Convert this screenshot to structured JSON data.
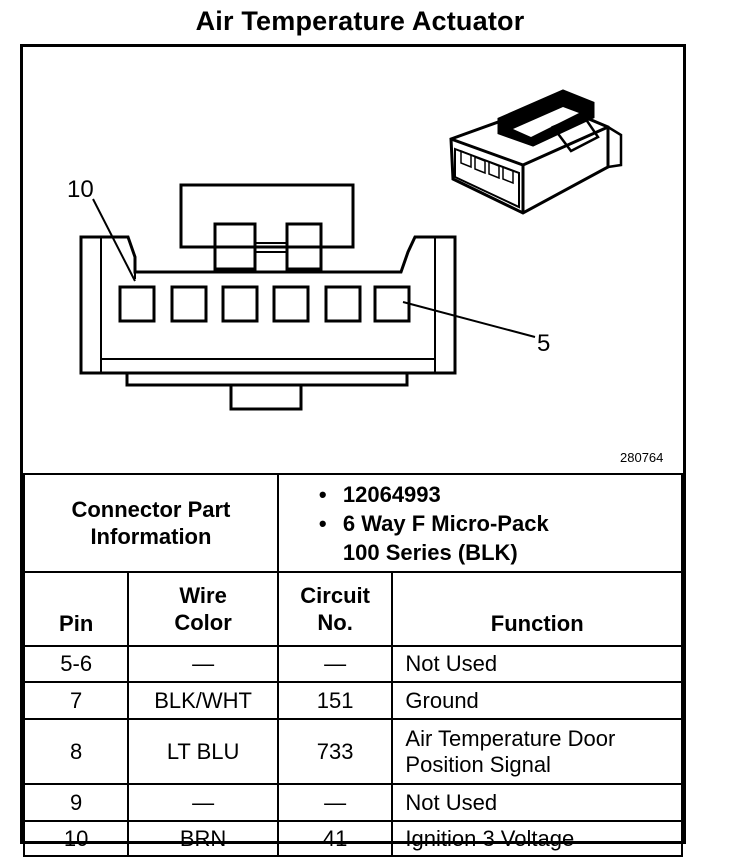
{
  "title": "Air Temperature Actuator",
  "diagram": {
    "pin_label_left": "10",
    "pin_label_right": "5",
    "figure_number": "280764"
  },
  "connector_info": {
    "label": "Connector Part Information",
    "items": [
      "12064993",
      "6 Way F Micro-Pack",
      "100 Series (BLK)"
    ]
  },
  "table": {
    "headers": {
      "pin": "Pin",
      "wire_color": "Wire Color",
      "circuit_no": "Circuit No.",
      "function": "Function"
    },
    "rows": [
      {
        "pin": "5-6",
        "wire_color": "—",
        "circuit_no": "—",
        "function": "Not Used"
      },
      {
        "pin": "7",
        "wire_color": "BLK/WHT",
        "circuit_no": "151",
        "function": "Ground"
      },
      {
        "pin": "8",
        "wire_color": "LT BLU",
        "circuit_no": "733",
        "function": "Air Temperature Door Position Signal"
      },
      {
        "pin": "9",
        "wire_color": "—",
        "circuit_no": "—",
        "function": "Not Used"
      },
      {
        "pin": "10",
        "wire_color": "BRN",
        "circuit_no": "41",
        "function": "Ignition 3 Voltage"
      }
    ]
  }
}
